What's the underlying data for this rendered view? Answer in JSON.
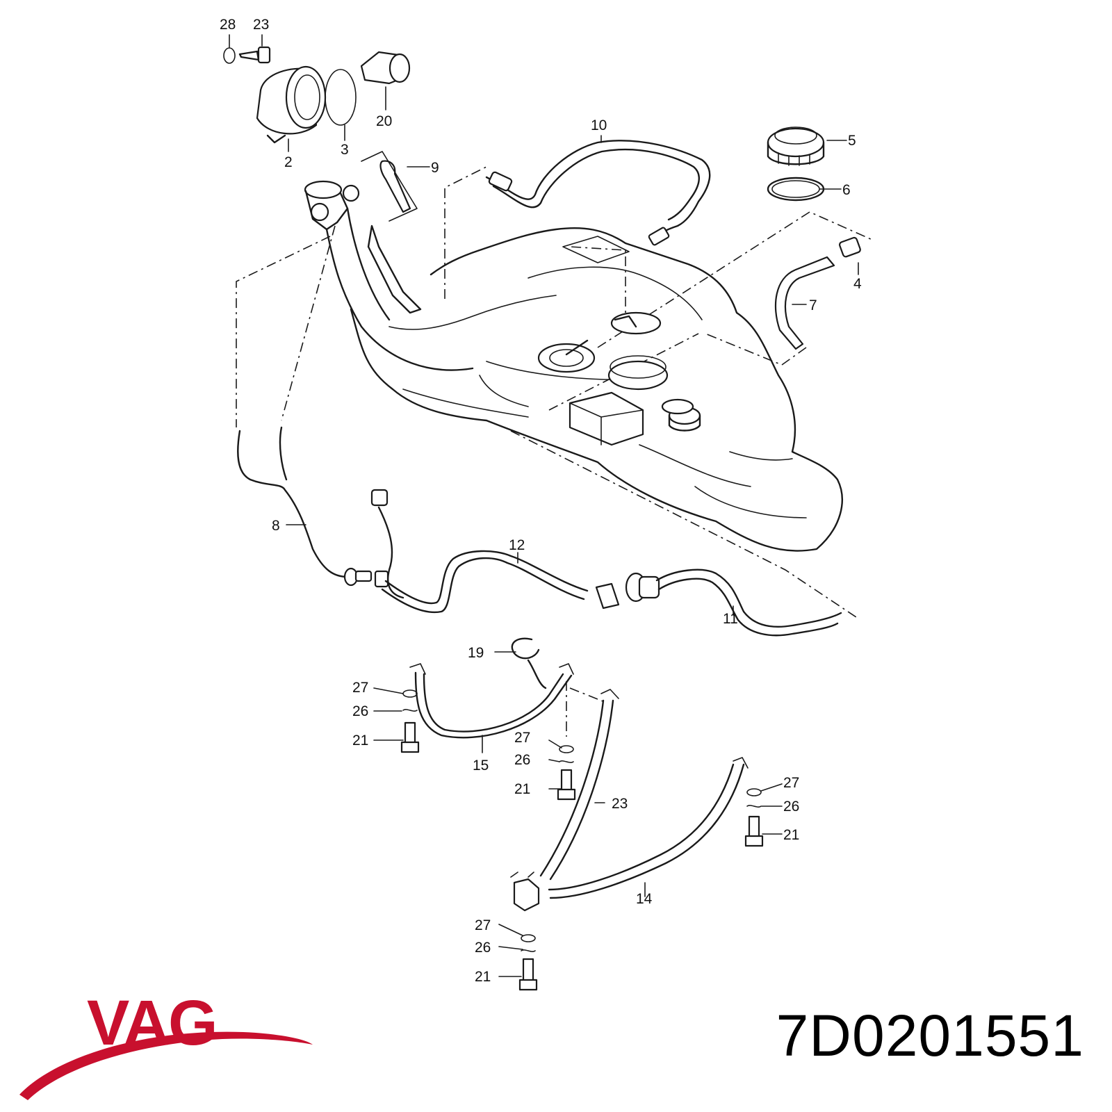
{
  "brand": {
    "logo_text": "VAG",
    "color": "#c8102e"
  },
  "part_number": "7D0201551",
  "callouts": [
    "28",
    "23",
    "20",
    "2",
    "3",
    "9",
    "10",
    "5",
    "6",
    "4",
    "7",
    "8",
    "12",
    "11",
    "19",
    "27",
    "26",
    "21",
    "15",
    "27",
    "26",
    "21",
    "23",
    "27",
    "26",
    "21",
    "14",
    "27",
    "26",
    "21"
  ],
  "colors": {
    "line": "#1a1a1a",
    "background": "#ffffff"
  }
}
